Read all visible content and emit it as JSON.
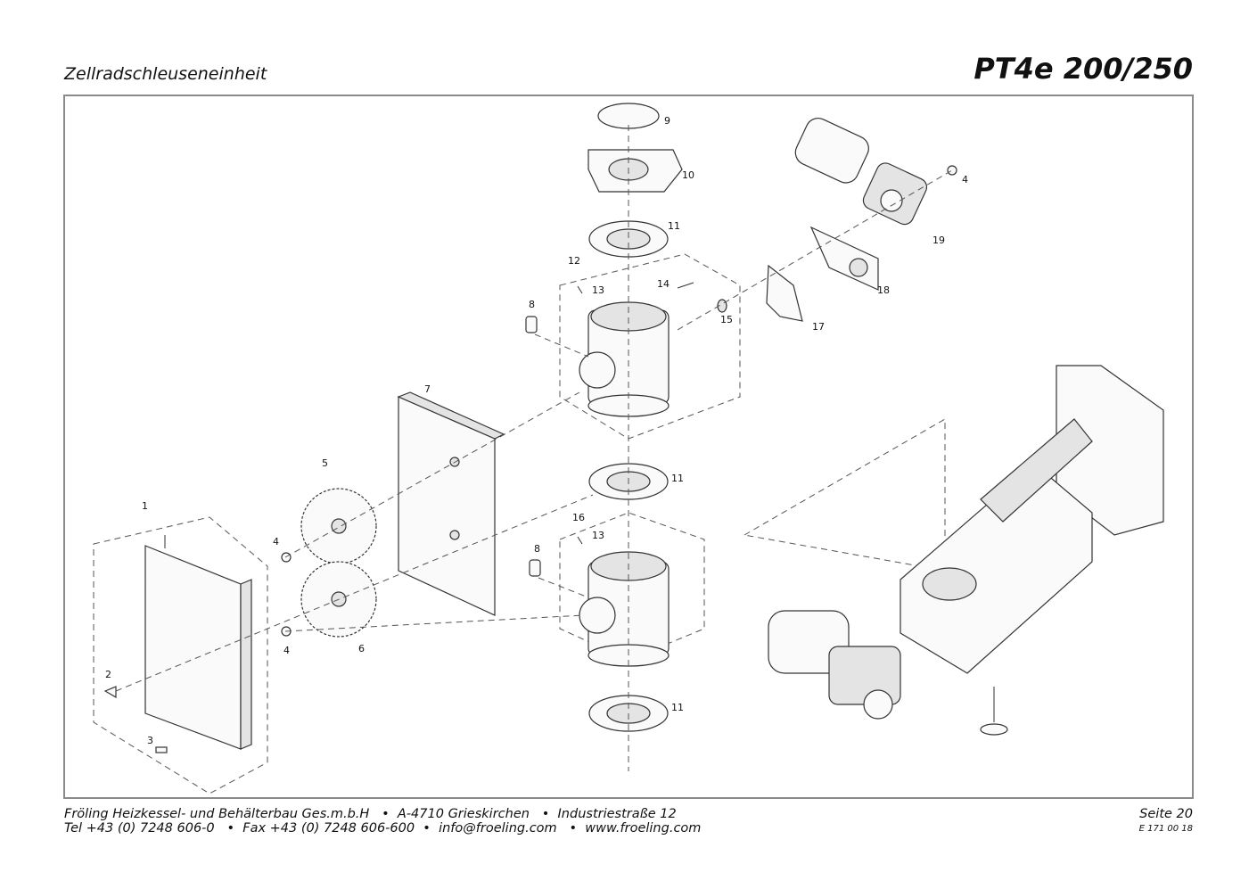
{
  "header": {
    "subtitle": "Zellradschleuseneinheit",
    "model": "PT4e 200/250"
  },
  "footer": {
    "line1": "Fröling Heizkessel- und Behälterbau Ges.m.b.H   •  A-4710 Grieskirchen   •  Industriestraße 12",
    "line2": "Tel +43 (0) 7248 606-0   •  Fax +43 (0) 7248 606-600  •  info@froeling.com   •  www.froeling.com",
    "page": "Seite 20",
    "doc_number": "E 171 00 18"
  },
  "part_labels": [
    "1",
    "2",
    "3",
    "4",
    "4",
    "4",
    "5",
    "6",
    "7",
    "8",
    "8",
    "9",
    "10",
    "11",
    "11",
    "11",
    "12",
    "13",
    "13",
    "14",
    "15",
    "16",
    "17",
    "18",
    "19"
  ]
}
